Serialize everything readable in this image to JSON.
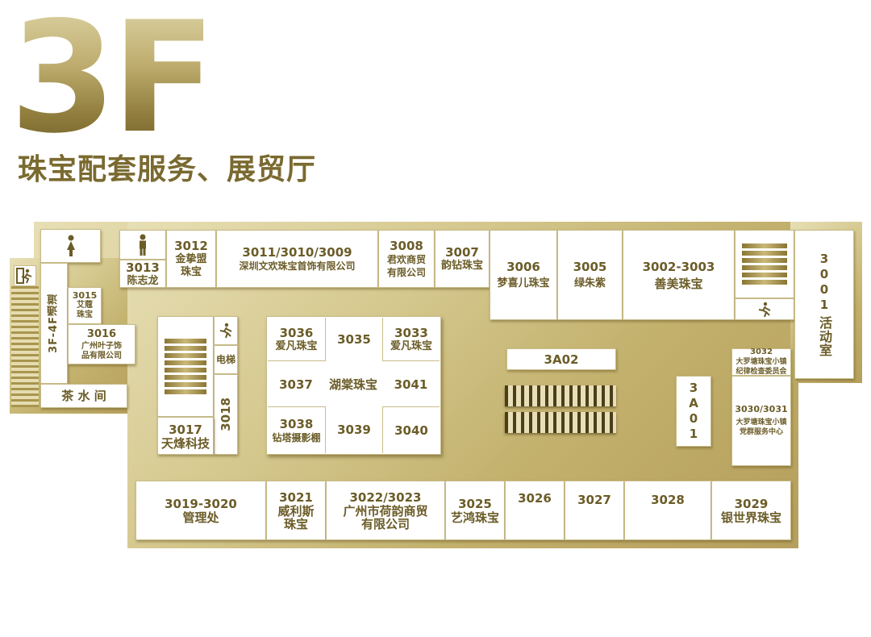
{
  "header": {
    "floor": "3F",
    "subtitle": "珠宝配套服务、展贸厅"
  },
  "facilities": {
    "female_toilet": "female-toilet-icon",
    "male_toilet": "male-toilet-icon",
    "exit_sign": "emergency-exit-icon",
    "stairs": "stairs-icon",
    "escalator": "escalator-icon"
  },
  "rooms": {
    "r3013": {
      "num": "3013",
      "name": "陈志龙"
    },
    "r3012": {
      "num": "3012",
      "name": "金挚盟",
      "name2": "珠宝"
    },
    "r3011": {
      "num": "3011/3010/3009",
      "name": "深圳文欢珠宝首饰有限公司"
    },
    "r3008": {
      "num": "3008",
      "name": "君欢商贸",
      "name2": "有限公司"
    },
    "r3007": {
      "num": "3007",
      "name": "韵钻珠宝"
    },
    "r3006": {
      "num": "3006",
      "name": "梦喜儿珠宝"
    },
    "r3005": {
      "num": "3005",
      "name": "绿朱紫"
    },
    "r3002": {
      "num": "3002-3003",
      "name": "善美珠宝"
    },
    "r3001": {
      "num": "3001",
      "name": "活动室"
    },
    "r3015": {
      "num": "3015",
      "name": "艾蔻",
      "name2": "珠宝"
    },
    "r3016": {
      "num": "3016",
      "name": "广州叶子饰",
      "name2": "品有限公司"
    },
    "passage": "3F-4F通道",
    "tea": "茶 水 间",
    "r3017": {
      "num": "3017",
      "name": "天烽科技"
    },
    "elevator": "电梯",
    "r3018": "3018",
    "r3036": {
      "num": "3036",
      "name": "爱凡珠宝"
    },
    "r3035": {
      "num": "3035"
    },
    "r3033": {
      "num": "3033",
      "name": "爱凡珠宝"
    },
    "r3037": {
      "num": "3037"
    },
    "center": "湖棠珠宝",
    "r3041": {
      "num": "3041"
    },
    "r3038": {
      "num": "3038",
      "name": "钻塔摄影棚"
    },
    "r3039": {
      "num": "3039"
    },
    "r3040": {
      "num": "3040"
    },
    "r3A02": "3A02",
    "r3A01": "3A01",
    "r3032": {
      "num": "3032",
      "name": "大罗塘珠宝小镇",
      "name2": "纪律检查委员会"
    },
    "r3030": {
      "num": "3030/3031",
      "name": "大罗塘珠宝小镇",
      "name2": "党群服务中心"
    },
    "r3019": {
      "num": "3019-3020",
      "name": "管理处"
    },
    "r3021": {
      "num": "3021",
      "name": "威利斯",
      "name2": "珠宝"
    },
    "r3022": {
      "num": "3022/3023",
      "name": "广州市荷韵商贸",
      "name2": "有限公司"
    },
    "r3025": {
      "num": "3025",
      "name": "艺鸿珠宝"
    },
    "r3026": {
      "num": "3026"
    },
    "r3027": {
      "num": "3027"
    },
    "r3028": {
      "num": "3028"
    },
    "r3029": {
      "num": "3029",
      "name": "银世界珠宝"
    }
  },
  "colors": {
    "gold": "#c2b06c",
    "text": "#6b5c28"
  }
}
